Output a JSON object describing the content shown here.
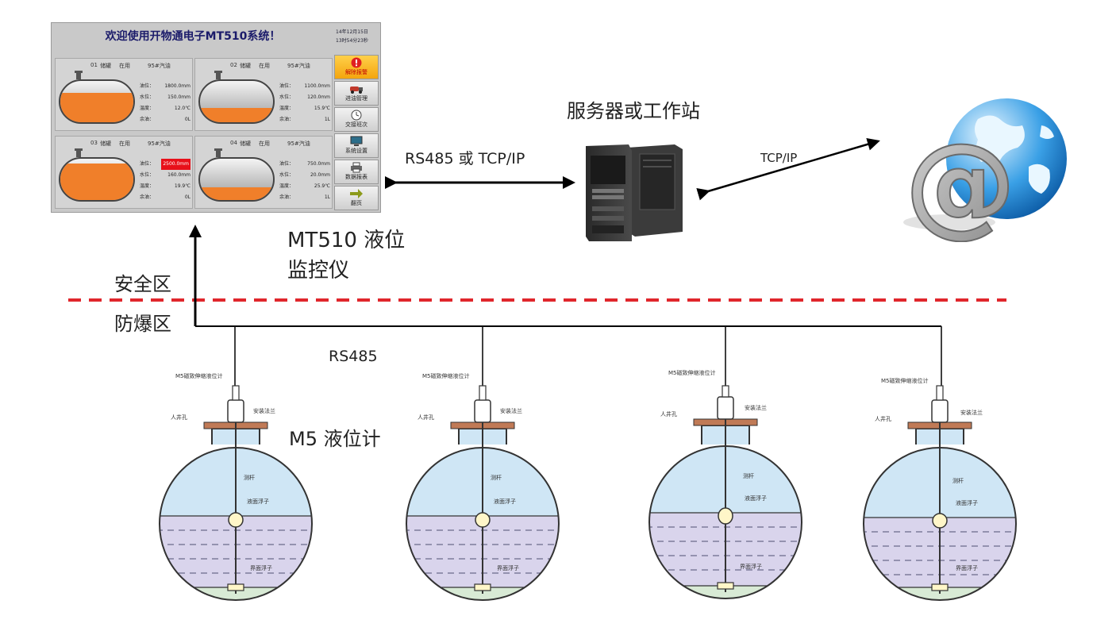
{
  "monitor": {
    "title": "欢迎使用开物通电子MT510系统！",
    "clock_line1": "14年12月15日",
    "clock_line2": "13时54分23秒",
    "tanks": [
      {
        "id": "01",
        "status_word": "储罐",
        "status": "在用",
        "product": "95#汽油",
        "level_fraction": 0.72,
        "alarm": false,
        "readings": [
          {
            "label": "油位：",
            "value": "1800.0mm"
          },
          {
            "label": "水位：",
            "value": "150.0mm"
          },
          {
            "label": "温度：",
            "value": "12.0℃"
          },
          {
            "label": "余油：",
            "value": "0L"
          }
        ]
      },
      {
        "id": "02",
        "status_word": "储罐",
        "status": "在用",
        "product": "95#汽油",
        "level_fraction": 0.35,
        "alarm": false,
        "readings": [
          {
            "label": "油位：",
            "value": "1100.0mm"
          },
          {
            "label": "水位：",
            "value": "120.0mm"
          },
          {
            "label": "温度：",
            "value": "15.9℃"
          },
          {
            "label": "余油：",
            "value": "1L"
          }
        ]
      },
      {
        "id": "03",
        "status_word": "储罐",
        "status": "在用",
        "product": "95#汽油",
        "level_fraction": 0.88,
        "alarm": true,
        "readings": [
          {
            "label": "油位：",
            "value": "2500.0mm"
          },
          {
            "label": "水位：",
            "value": "160.0mm"
          },
          {
            "label": "温度：",
            "value": "19.9℃"
          },
          {
            "label": "余油：",
            "value": "0L"
          }
        ]
      },
      {
        "id": "04",
        "status_word": "储罐",
        "status": "在用",
        "product": "95#汽油",
        "level_fraction": 0.3,
        "alarm": false,
        "readings": [
          {
            "label": "油位：",
            "value": "750.0mm"
          },
          {
            "label": "水位：",
            "value": "20.0mm"
          },
          {
            "label": "温度：",
            "value": "25.9℃"
          },
          {
            "label": "余油：",
            "value": "1L"
          }
        ]
      }
    ],
    "nav": [
      {
        "label": "解除报警",
        "icon": "alarm-icon"
      },
      {
        "label": "进油管理",
        "icon": "tanker-truck-icon"
      },
      {
        "label": "交接班次",
        "icon": "clock-icon"
      },
      {
        "label": "系统设置",
        "icon": "computer-icon"
      },
      {
        "label": "数据报表",
        "icon": "printer-icon"
      },
      {
        "label": "翻页",
        "icon": "arrow-right-icon"
      }
    ]
  },
  "labels": {
    "rs485_or_tcpip": "RS485 或 TCP/IP",
    "server": "服务器或工作站",
    "tcpip": "TCP/IP",
    "mt510": "MT510 液位监控仪",
    "safe_zone": "安全区",
    "explosion_zone": "防爆区",
    "rs485": "RS485",
    "m5_gauge": "M5 液位计"
  },
  "colors": {
    "zone_divider": "#e0262c",
    "gasoline": "#f07f2a",
    "vapor": "#cfe6f5",
    "liquid": "#d9d4ec",
    "water": "#d8ead5"
  },
  "tank_diagram": {
    "labels": {
      "sensor": "M5磁致伸缩液位计",
      "flange": "安装法兰",
      "manhole": "人井孔",
      "rod": "测杆",
      "surface_float": "液面浮子",
      "interface_float": "界面浮子"
    }
  }
}
